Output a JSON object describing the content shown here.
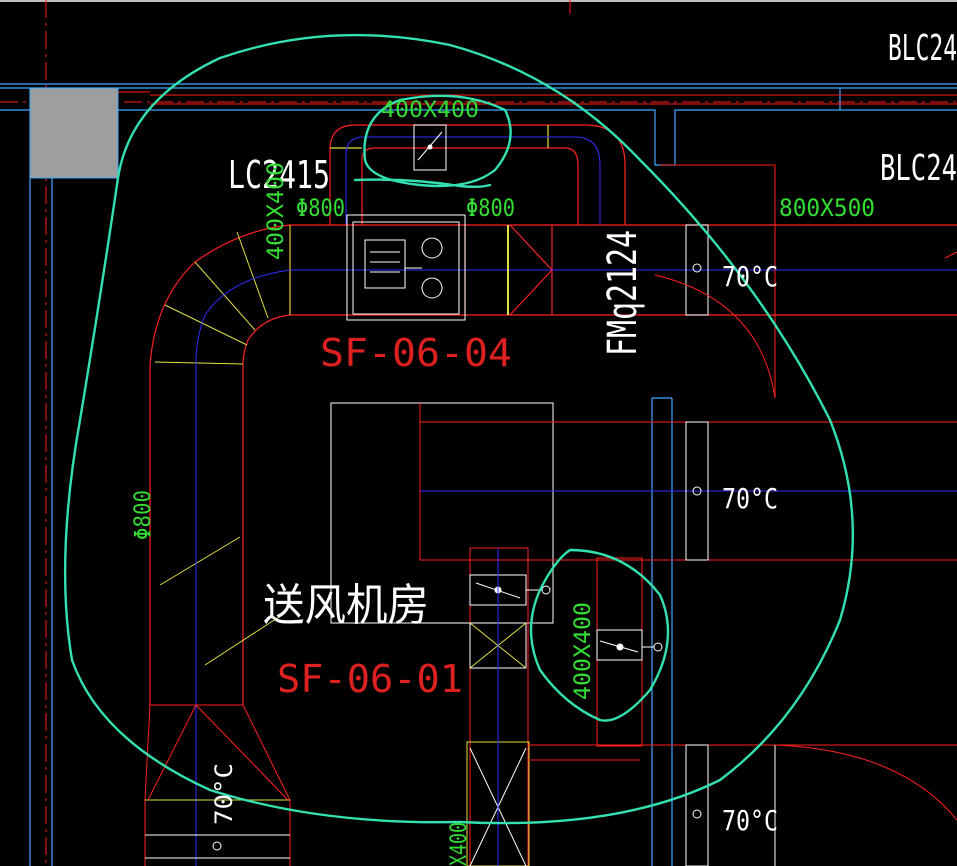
{
  "labels": {
    "blc_top": "BLC24",
    "blc_mid": "BLC24",
    "lc": "LC2415",
    "dim_400x400_top": "400X400",
    "dim_400x400_left": "400X400",
    "phi800_left": "Φ800",
    "phi800_right": "Φ800",
    "dim_800x500": "800X500",
    "fmq": "FMq2124",
    "t70_a": "70°C",
    "t70_b": "70°C",
    "t70_c": "70°C",
    "t70_low": "70°C",
    "sf_06_04": "SF-06-04",
    "phi800_vert": "Φ800",
    "room": "送风机房",
    "sf_06_01": "SF-06-01",
    "dim_400x400_low": "400X400",
    "dim_400_bottom": "X400"
  },
  "colors": {
    "background": "#000000",
    "duct": "#ff2020",
    "wall": "#3fa8ff",
    "centerline": "#3030ff",
    "equipment": "#ffffff",
    "dimension_text": "#33dd33",
    "tag_text": "#dd2020",
    "annotation_ink": "#33e0b0",
    "hatch": "#e0e040",
    "column_fill": "#9e9e9e"
  }
}
